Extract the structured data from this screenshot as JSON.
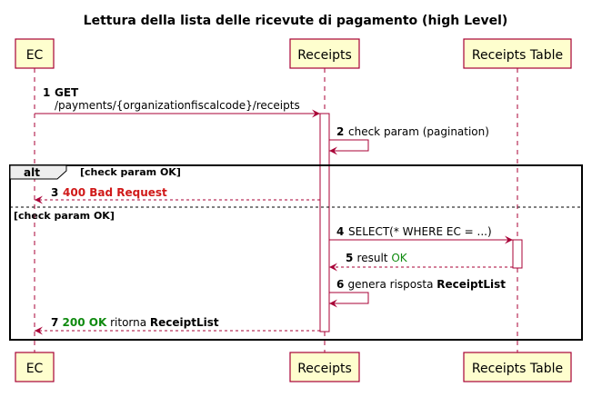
{
  "diagram": {
    "title": "Lettura della lista delle ricevute di pagamento (high Level)",
    "participants": {
      "ec": "EC",
      "receipts": "Receipts",
      "receipts_table": "Receipts Table"
    },
    "fragment": {
      "keyword": "alt",
      "guard1": "[check param OK]",
      "guard2": "[check param OK]"
    },
    "messages": [
      {
        "num": "1",
        "line1": "GET",
        "line2": "/payments/{organizationfiscalcode}/receipts"
      },
      {
        "num": "2",
        "text": "check param (pagination)"
      },
      {
        "num": "3",
        "text": "400 Bad Request"
      },
      {
        "num": "4",
        "text": "SELECT(* WHERE EC = ...)"
      },
      {
        "num": "5",
        "text_a": "result ",
        "text_b": "OK"
      },
      {
        "num": "6",
        "text_a": "genera risposta ",
        "text_b": "ReceiptList"
      },
      {
        "num": "7",
        "text_a": "200 OK",
        "text_b": " ritorna ",
        "text_c": "ReceiptList"
      }
    ]
  },
  "colors": {
    "lifeline": "#a80036",
    "participant_fill": "#fefece",
    "participant_border": "#a80036",
    "error_red": "#d01919",
    "ok_green": "#0f8a0f"
  }
}
